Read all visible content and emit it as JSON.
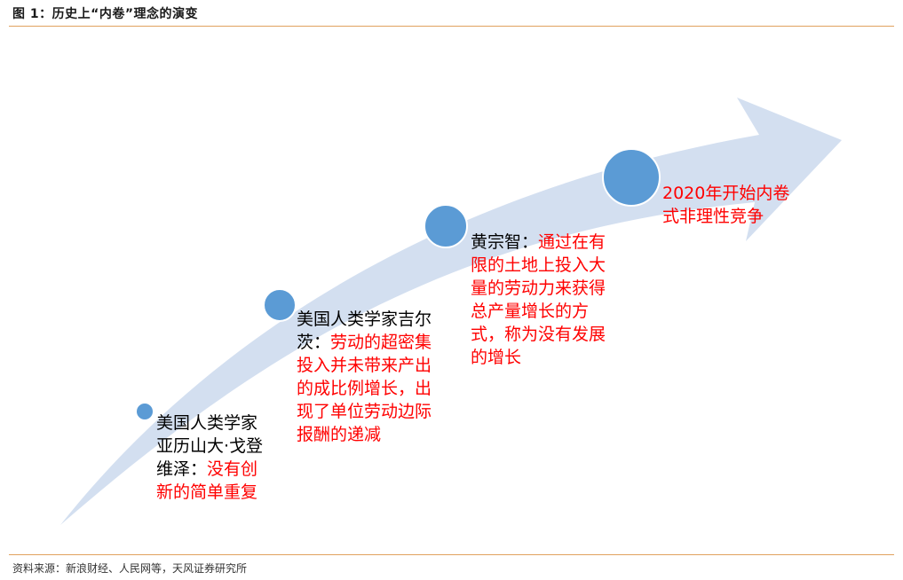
{
  "figure_title": "图 1：历史上“内卷”理念的演变",
  "source": "资料来源：新浪财经、人民网等，天风证券研究所",
  "colors": {
    "arrow_fill": "#d3dff0",
    "circle_fill": "#5b9bd5",
    "circle_stroke": "#ffffff",
    "rule": "#e1a15e",
    "highlight_text": "#ff0000",
    "name_text": "#000000"
  },
  "stages": [
    {
      "name": "美国人类学家亚历山大·戈登维泽：",
      "description": "没有创新的简单重复"
    },
    {
      "name": "美国人类学家吉尔茨：",
      "description": "劳动的超密集投入并未带来产出的成比例增长，出现了单位劳动边际报酬的递减"
    },
    {
      "name": "黄宗智：",
      "description": "通过在有限的土地上投入大量的劳动力来获得总产量增长的方式，称为没有发展的增长"
    },
    {
      "name": "",
      "description": "2020年开始内卷式非理性竞争"
    }
  ]
}
